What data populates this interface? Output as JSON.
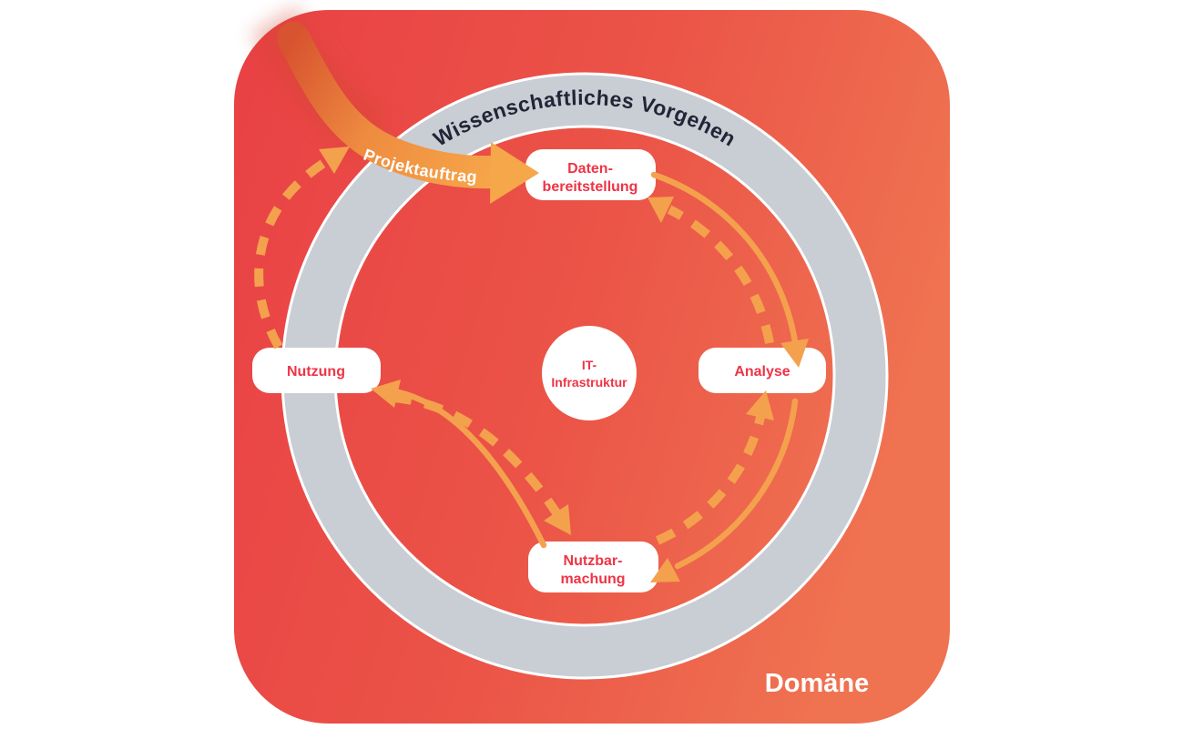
{
  "domain_label": "Domäne",
  "ring": {
    "label": "Wissenschaftliches Vorgehen"
  },
  "center_node": {
    "line1": "IT-",
    "line2": "Infrastruktur"
  },
  "nodes": {
    "datenbereitstellung": {
      "line1": "Daten-",
      "line2": "bereitstellung"
    },
    "analyse": {
      "label": "Analyse"
    },
    "nutzbarmachung": {
      "line1": "Nutzbar-",
      "line2": "machung"
    },
    "nutzung": {
      "label": "Nutzung"
    }
  },
  "external_arrow": {
    "label": "Projektauftrag"
  },
  "arrows": [
    {
      "from": "Projektauftrag",
      "to": "Datenbereitstellung",
      "style": "solid-band"
    },
    {
      "from": "Datenbereitstellung",
      "to": "Analyse",
      "style": "solid"
    },
    {
      "from": "Analyse",
      "to": "Datenbereitstellung",
      "style": "dashed"
    },
    {
      "from": "Analyse",
      "to": "Nutzbarmachung",
      "style": "solid"
    },
    {
      "from": "Nutzbarmachung",
      "to": "Analyse",
      "style": "dashed"
    },
    {
      "from": "Nutzbarmachung",
      "to": "Nutzung",
      "style": "solid"
    },
    {
      "from": "Nutzung",
      "to": "Nutzbarmachung",
      "style": "dashed"
    },
    {
      "from": "Nutzung",
      "to": "Projektauftrag",
      "style": "dashed"
    }
  ],
  "colors": {
    "card_gradient_left": "#e94145",
    "card_gradient_right": "#ef7251",
    "ring": "#c9cdd4",
    "ring_edge": "#ffffff",
    "ring_text": "#202637",
    "node_background": "#ffffff",
    "node_text": "#ee3447",
    "arrow_orange": "#f4a14d",
    "band_gradient_start": "#d8532f",
    "band_gradient_end": "#f7a84a"
  }
}
